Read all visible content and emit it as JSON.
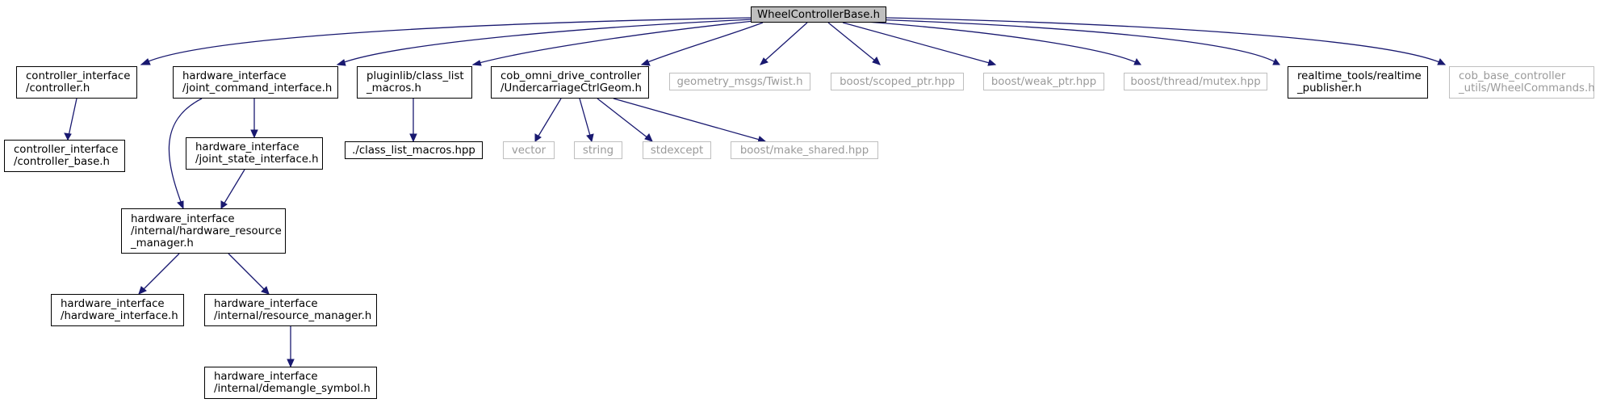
{
  "root": "WheelControllerBase.h",
  "nodes": {
    "controller": "controller_interface\n/controller.h",
    "controller_base": "controller_interface\n/controller_base.h",
    "joint_command": "hardware_interface\n/joint_command_interface.h",
    "joint_state": "hardware_interface\n/joint_state_interface.h",
    "hw_resource_manager": "hardware_interface\n/internal/hardware_resource\n_manager.h",
    "hw_interface": "hardware_interface\n/hardware_interface.h",
    "resource_manager": "hardware_interface\n/internal/resource_manager.h",
    "demangle": "hardware_interface\n/internal/demangle_symbol.h",
    "class_list_macros_h": "pluginlib/class_list\n_macros.h",
    "class_list_macros_hpp": "./class_list_macros.hpp",
    "undercarriage": "cob_omni_drive_controller\n/UndercarriageCtrlGeom.h",
    "vector": "vector",
    "string": "string",
    "stdexcept": "stdexcept",
    "make_shared": "boost/make_shared.hpp",
    "twist": "geometry_msgs/Twist.h",
    "scoped_ptr": "boost/scoped_ptr.hpp",
    "weak_ptr": "boost/weak_ptr.hpp",
    "mutex": "boost/thread/mutex.hpp",
    "realtime_publisher": "realtime_tools/realtime\n_publisher.h",
    "wheel_commands": "cob_base_controller\n_utils/WheelCommands.h"
  },
  "colors": {
    "edge": "#191970",
    "root_fill": "#bfbfbf",
    "system_border": "#bfbfbf",
    "system_text": "#9a9a9a"
  }
}
